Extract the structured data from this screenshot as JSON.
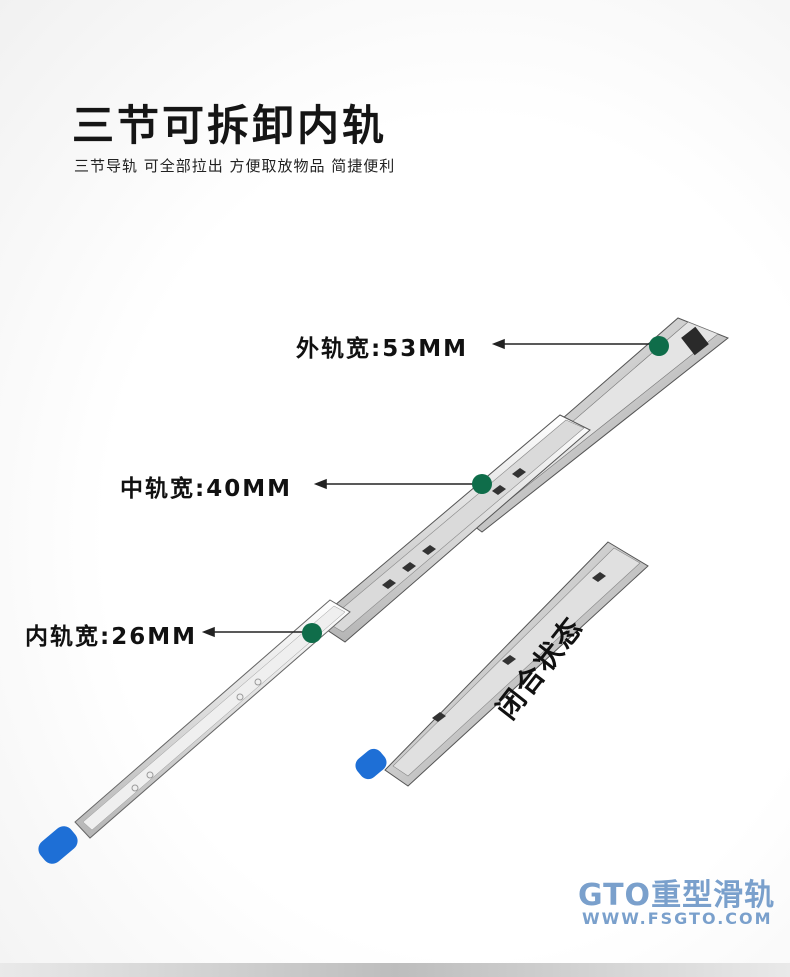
{
  "header": {
    "title": "三节可拆卸内轨",
    "subtitle": "三节导轨 可全部拉出 方便取放物品 简捷便利"
  },
  "callouts": {
    "outer": "外轨宽:53MM",
    "middle": "中轨宽:40MM",
    "inner": "内轨宽:26MM"
  },
  "closed_state_label": "闭合状态",
  "brand": {
    "name": "GTO重型滑轨",
    "url": "WWW.FSGTO.COM"
  },
  "colors": {
    "marker": "#0f6d4a",
    "handle": "#1e6fd6",
    "brand": "#7aa0cc"
  }
}
